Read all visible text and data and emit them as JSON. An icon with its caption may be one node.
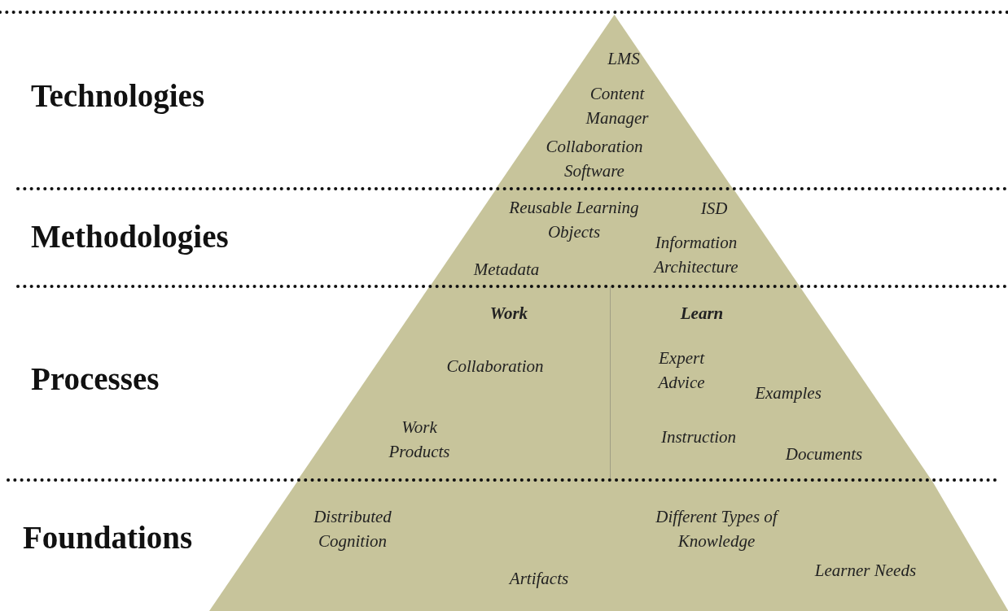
{
  "diagram": {
    "nodes": [
      {
        "text": [
          "LMS",
          "Content Manager",
          "Collaboration Software"
        ]
      },
      {
        "text": [
          "Reusable Learning Objects",
          "ISD",
          "Information Architecture",
          "Metadata"
        ]
      },
      {
        "text": [
          "Work",
          "Collaboration",
          "Work Products"
        ]
      },
      {
        "text": [
          "Learn",
          "Expert Advice",
          "Examples",
          "Instruction",
          "Documents"
        ]
      },
      {
        "text": [
          "Distributed Cognition",
          "Different Types of Knowledge",
          "Artifacts",
          "Learner Needs"
        ]
      }
    ],
    "labels": [
      "Technologies",
      "Methodologies",
      "Processes",
      "Foundations"
    ]
  }
}
